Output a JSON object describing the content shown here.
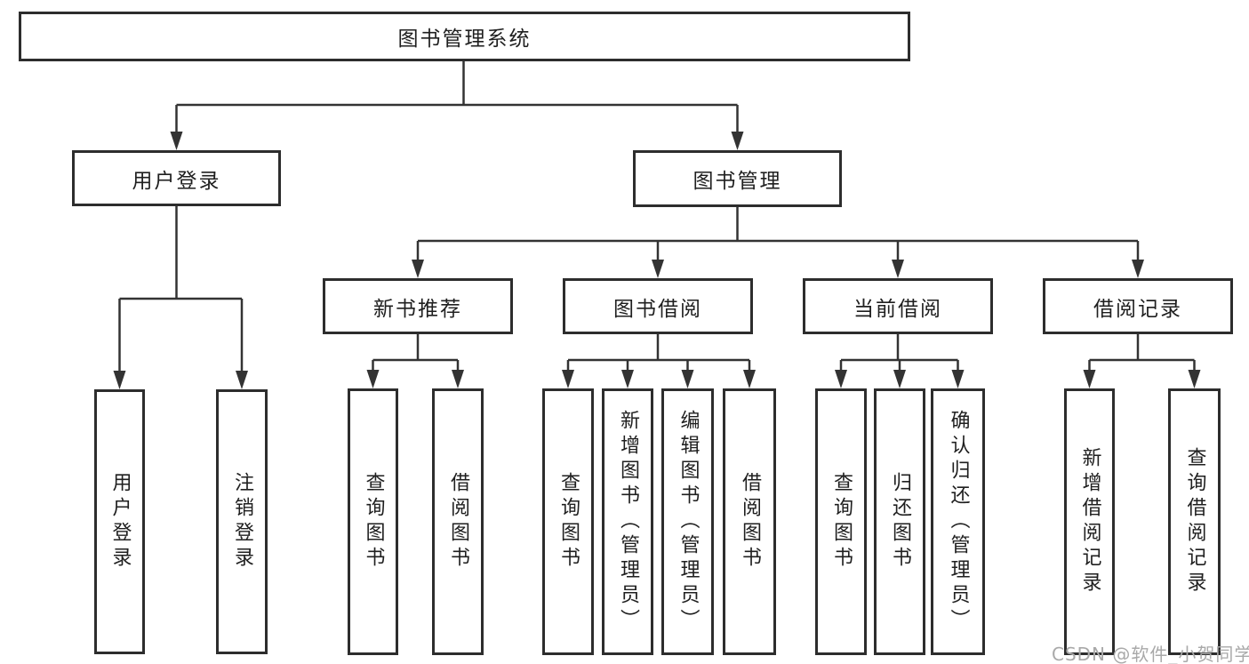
{
  "tree": {
    "label": "图书管理系统",
    "children": [
      {
        "label": "用户登录",
        "children": [
          {
            "label": "用户登录"
          },
          {
            "label": "注销登录"
          }
        ]
      },
      {
        "label": "图书管理",
        "children": [
          {
            "label": "新书推荐",
            "children": [
              {
                "label": "查询图书"
              },
              {
                "label": "借阅图书"
              }
            ]
          },
          {
            "label": "图书借阅",
            "children": [
              {
                "label": "查询图书"
              },
              {
                "label": "新增图书（管理员）"
              },
              {
                "label": "编辑图书（管理员）"
              },
              {
                "label": "借阅图书"
              }
            ]
          },
          {
            "label": "当前借阅",
            "children": [
              {
                "label": "查询图书"
              },
              {
                "label": "归还图书"
              },
              {
                "label": "确认归还（管理员）"
              }
            ]
          },
          {
            "label": "借阅记录",
            "children": [
              {
                "label": "新增借阅记录"
              },
              {
                "label": "查询借阅记录"
              }
            ]
          }
        ]
      }
    ]
  },
  "watermark": {
    "text": "CSDN @软件_小贺同学"
  },
  "colors": {
    "line": "#333333",
    "border": "#2d2d2d",
    "text": "#1f1f1f",
    "watermark": "#a9a9a9",
    "background": "#ffffff"
  }
}
